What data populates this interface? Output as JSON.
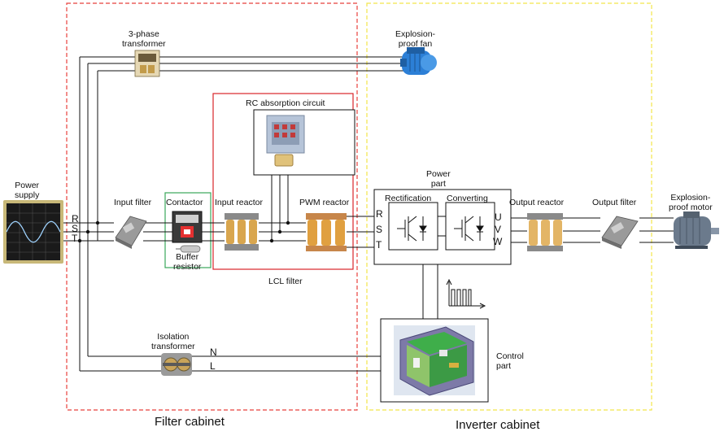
{
  "cabinets": {
    "filter": "Filter cabinet",
    "inverter": "Inverter cabinet"
  },
  "components": {
    "power_supply": "Power\nsupply",
    "three_phase_transformer": "3-phase\ntransformer",
    "explosion_proof_fan": "Explosion-\nproof fan",
    "input_filter": "Input filter",
    "contactor": "Contactor",
    "buffer_resistor": "Buffer\nresistor",
    "rc_absorption_circuit": "RC absorption circuit",
    "input_reactor": "Input reactor",
    "pwm_reactor": "PWM reactor",
    "lcl_filter": "LCL filter",
    "power_part": "Power\npart",
    "rectification": "Rectification",
    "converting": "Converting",
    "output_reactor": "Output reactor",
    "output_filter": "Output filter",
    "explosion_proof_motor": "Explosion-\nproof motor",
    "isolation_transformer": "Isolation\ntransformer",
    "control_part": "Control\npart"
  },
  "phase_labels": {
    "supply": [
      "R",
      "S",
      "T"
    ],
    "power_in": [
      "R",
      "S",
      "T"
    ],
    "power_out": [
      "U",
      "V",
      "W"
    ],
    "isolation": [
      "N",
      "L"
    ]
  },
  "colors": {
    "filter_cabinet_border": "#e8413c",
    "inverter_cabinet_border": "#f2e54a",
    "lcl_box_border": "#d9262a",
    "contactor_box_border": "#3aa65a",
    "wire": "#111111",
    "oscilloscope_bg": "#1a1a1a",
    "oscilloscope_frame": "#c8b878",
    "reactor_coil": "#d9a64e",
    "motor_blue": "#2c7fd6"
  },
  "icons": [
    "oscilloscope-icon",
    "transformer-icon",
    "fan-icon",
    "filter-module-icon",
    "contactor-icon",
    "resistor-icon",
    "rc-module-icon",
    "reactor-icon",
    "igbt-icon",
    "pwm-pulse-icon",
    "control-board-icon",
    "motor-icon"
  ]
}
